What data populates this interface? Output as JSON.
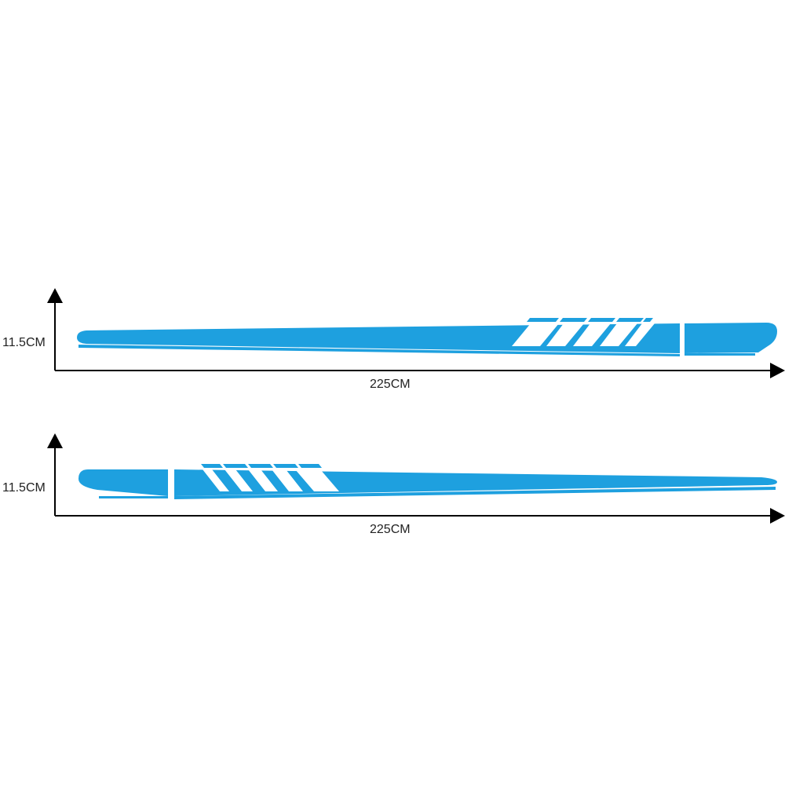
{
  "colors": {
    "stripe": "#1ea0df",
    "axis": "#000000",
    "text": "#222222",
    "background": "#ffffff"
  },
  "diagrams": [
    {
      "height_label": "11.5CM",
      "width_label": "225CM"
    },
    {
      "height_label": "11.5CM",
      "width_label": "225CM"
    }
  ]
}
